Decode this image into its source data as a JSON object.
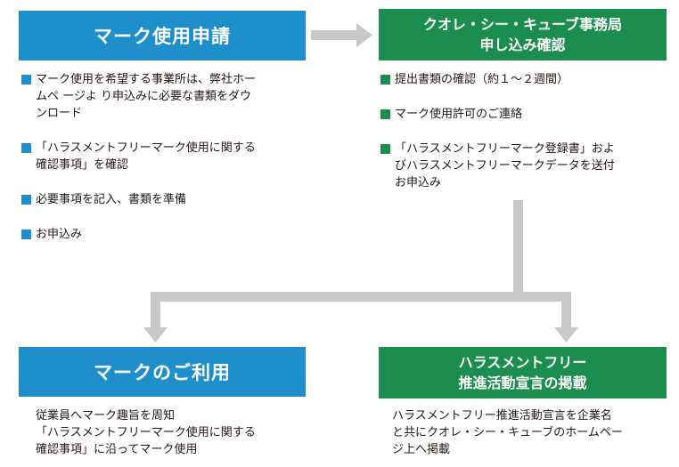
{
  "colors": {
    "blue": "#1f8fcb",
    "green": "#1a8d4f",
    "connector": "#c8c8c8",
    "text": "#231815"
  },
  "steps": {
    "apply": {
      "title": "マーク使用申請",
      "items": [
        [
          "マーク使用を希望する事業所は、弊社ホー",
          "ムペ ージよ り申込みに必要な書類をダウ",
          "ンロード"
        ],
        [
          "「ハラスメントフリーマーク使用に関する",
          "確認事項」を確認"
        ],
        [
          "必要事項を記入、書類を準備"
        ],
        [
          "お申込み"
        ]
      ]
    },
    "confirm": {
      "title_lines": [
        "クオレ・シー・キューブ事務局",
        "申し込み確認"
      ],
      "items": [
        [
          "提出書類の確認（約１～２週間）"
        ],
        [
          "マーク使用許可のご連絡"
        ],
        [
          "「ハラスメントフリーマーク登録書」およ",
          "びハラスメントフリーマークデータを送付",
          "お申込み"
        ]
      ]
    },
    "use": {
      "title": "マークのご利用",
      "lines": [
        "従業員へマーク趣旨を周知",
        "「ハラスメントフリーマーク使用に関する",
        "確認事項」に沿ってマーク使用"
      ]
    },
    "declare": {
      "title_lines": [
        "ハラスメントフリー",
        "推進活動宣言の掲載"
      ],
      "lines": [
        "ハラスメントフリー推進活動宣言を企業名",
        "と共にクオレ・シー・キューブのホームペー",
        "ジ上へ掲載"
      ]
    }
  }
}
